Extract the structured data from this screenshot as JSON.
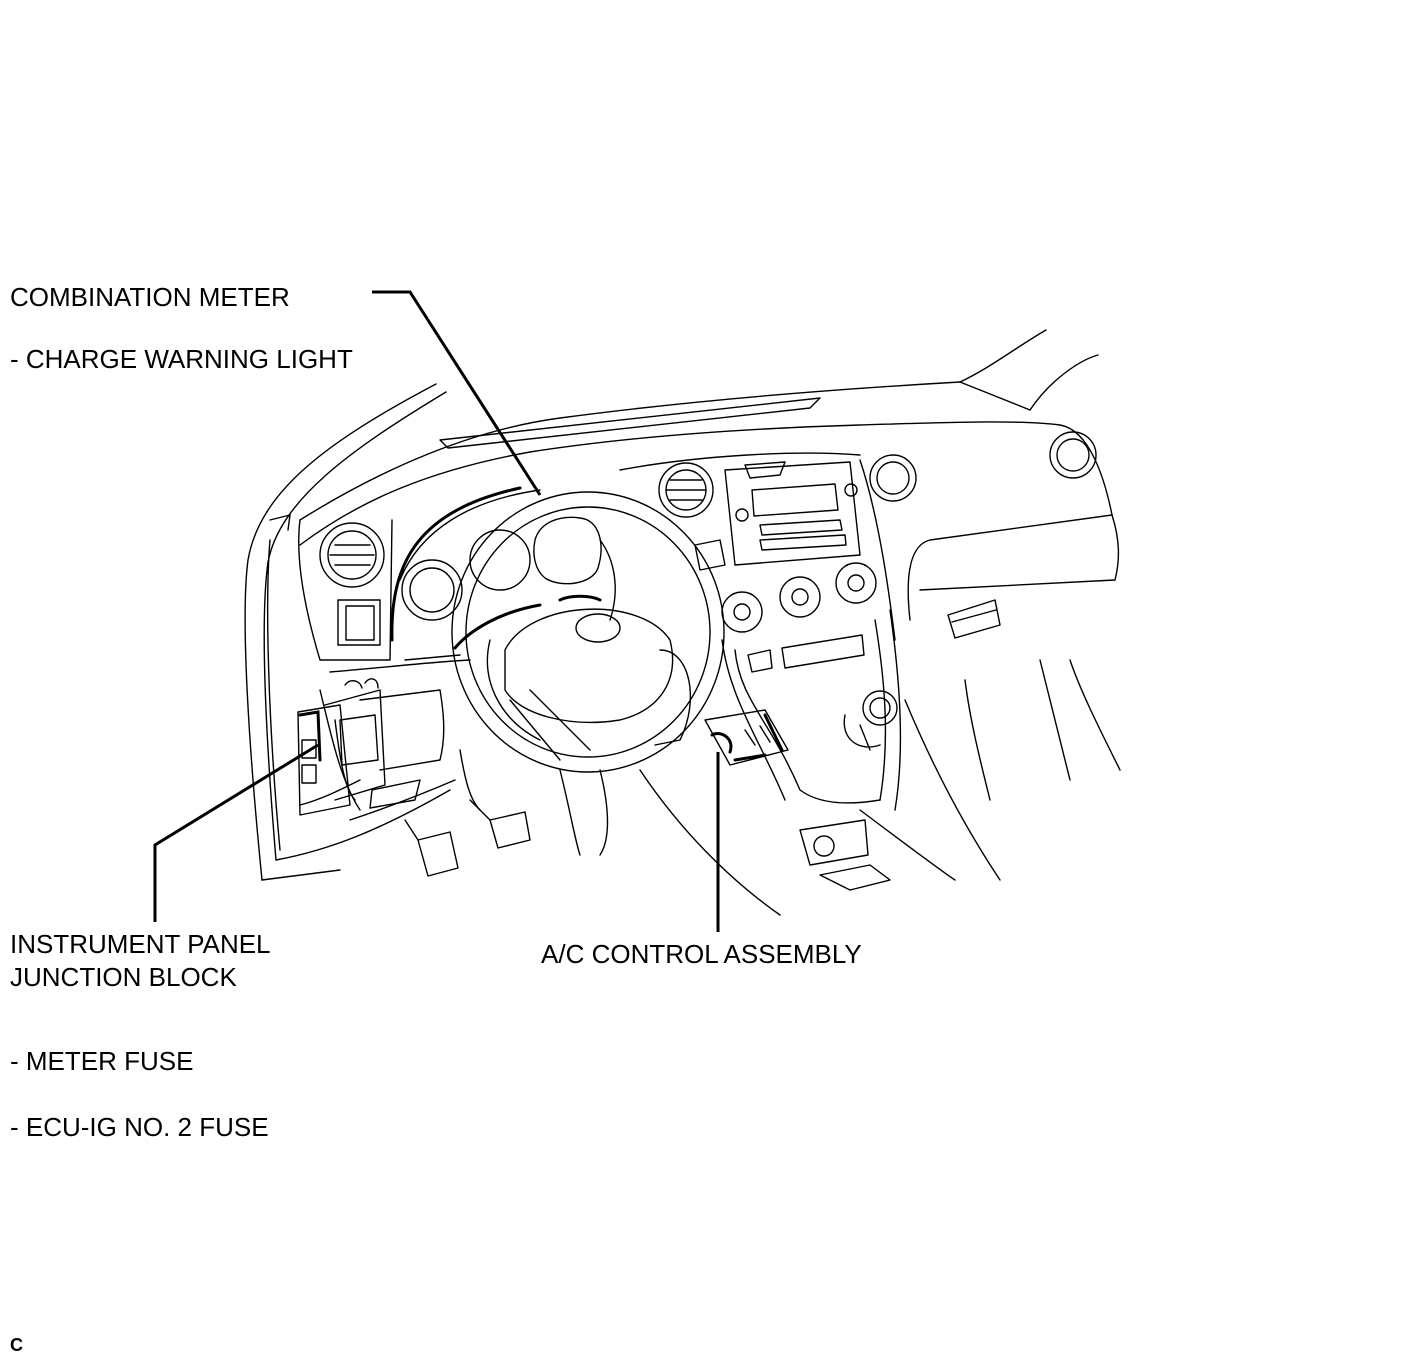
{
  "labels": {
    "combination_meter": "COMBINATION METER",
    "charge_warning_light": "- CHARGE WARNING LIGHT",
    "junction_block_line1": "INSTRUMENT PANEL",
    "junction_block_line2": "JUNCTION BLOCK",
    "meter_fuse": "- METER FUSE",
    "ecu_ig_fuse": "- ECU-IG NO. 2 FUSE",
    "ac_control": "A/C CONTROL ASSEMBLY"
  },
  "figure_code": "C"
}
